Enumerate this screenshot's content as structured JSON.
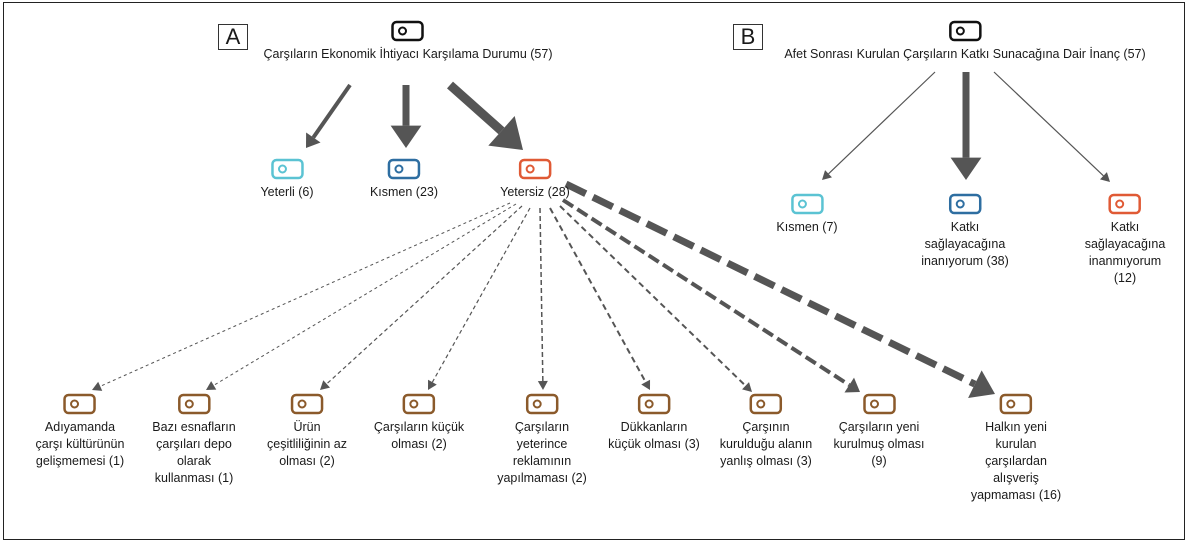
{
  "panels": {
    "A": {
      "label": "A",
      "root": "Çarşıların Ekonomik İhtiyacı Karşılama Durumu (57)",
      "level1": [
        {
          "text": "Yeterli (6)",
          "color": "#5bc3d3"
        },
        {
          "text": "Kısmen (23)",
          "color": "#2e6ea1"
        },
        {
          "text": "Yetersiz (28)",
          "color": "#e05a35"
        }
      ],
      "reasons": [
        {
          "text": "Adıyamanda\nçarşı kültürünün\ngelişmemesi (1)"
        },
        {
          "text": "Bazı esnafların\nçarşıları depo\nolarak\nkullanması (1)"
        },
        {
          "text": "Ürün\nçeşitliliğinin az\nolması (2)"
        },
        {
          "text": "Çarşıların küçük\nolması (2)"
        },
        {
          "text": "Çarşıların\nyeterince\nreklamının\nyapılmaması (2)"
        },
        {
          "text": "Dükkanların\nküçük olması (3)"
        },
        {
          "text": "Çarşının\nkurulduğu alanın\nyanlış olması (3)"
        },
        {
          "text": "Çarşıların yeni\nkurulmuş olması\n(9)"
        },
        {
          "text": "Halkın yeni\nkurulan\nçarşılardan\nalışveriş\nyapmaması (16)"
        }
      ],
      "reason_color": "#8b5a2b"
    },
    "B": {
      "label": "B",
      "root": "Afet Sonrası Kurulan Çarşıların Katkı Sunacağına Dair İnanç (57)",
      "level1": [
        {
          "text": "Kısmen (7)",
          "color": "#5bc3d3"
        },
        {
          "text": "Katkı\nsağlayacağına\ninanıyorum (38)",
          "color": "#2e6ea1"
        },
        {
          "text": "Katkı\nsağlayacağına\ninanmıyorum (12)",
          "color": "#e05a35"
        }
      ]
    }
  },
  "colors": {
    "root_icon": "#111111",
    "edge": "#555555"
  }
}
